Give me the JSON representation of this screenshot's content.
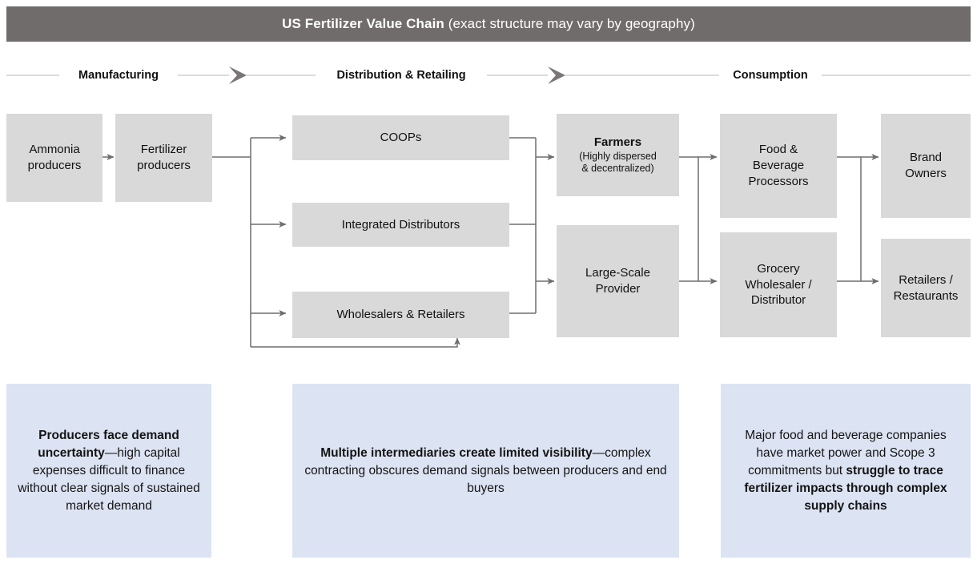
{
  "header": {
    "title_strong": "US Fertilizer Value Chain",
    "title_light": " (exact structure may vary by geography)"
  },
  "phases": [
    {
      "name": "manufacturing",
      "label": "Manufacturing"
    },
    {
      "name": "distribution-retailing",
      "label": "Distribution & Retailing"
    },
    {
      "name": "consumption",
      "label": "Consumption"
    }
  ],
  "nodes": {
    "ammonia_producers": "Ammonia\nproducers",
    "fertilizer_producers": "Fertilizer\nproducers",
    "coops": "COOPs",
    "integrated_distributors": "Integrated Distributors",
    "wholesalers_retailers": "Wholesalers & Retailers",
    "farmers_title": "Farmers",
    "farmers_sub": "(Highly dispersed\n& decentralized)",
    "large_scale_provider": "Large-Scale\nProvider",
    "food_beverage_processors": "Food &\nBeverage\nProcessors",
    "grocery_wholesaler": "Grocery\nWholesaler /\nDistributor",
    "brand_owners": "Brand\nOwners",
    "retailers_restaurants": "Retailers /\nRestaurants"
  },
  "callouts": [
    {
      "name": "callout-manufacturing",
      "bold_lead": "Producers face demand uncertainty",
      "rest": "—high capital expenses difficult to finance without clear signals of sustained market demand",
      "bold_tail": ""
    },
    {
      "name": "callout-distribution",
      "bold_lead": "Multiple intermediaries create limited visibility",
      "rest": "—complex contracting obscures demand signals between producers and end buyers",
      "bold_tail": ""
    },
    {
      "name": "callout-consumption",
      "bold_lead": "",
      "rest": "Major food and beverage companies have market power and Scope 3 commitments but ",
      "bold_tail": "struggle to trace fertilizer impacts through complex supply chains"
    }
  ],
  "colors": {
    "header_bar": "#716c6c",
    "node_fill": "#d9d9d9",
    "callout_fill": "#dce3f2",
    "connector": "#6e6e6e",
    "phase_rule": "#cfcfcf",
    "chevron": "#7a7676"
  },
  "chart_data": {
    "type": "diagram",
    "title": "US Fertilizer Value Chain (exact structure may vary by geography)",
    "stages": [
      "Manufacturing",
      "Distribution & Retailing",
      "Consumption"
    ],
    "nodes": [
      {
        "id": "ammonia",
        "label": "Ammonia producers",
        "stage": "Manufacturing"
      },
      {
        "id": "fertilizer",
        "label": "Fertilizer producers",
        "stage": "Manufacturing"
      },
      {
        "id": "coops",
        "label": "COOPs",
        "stage": "Distribution & Retailing"
      },
      {
        "id": "integrated",
        "label": "Integrated Distributors",
        "stage": "Distribution & Retailing"
      },
      {
        "id": "wholesalers",
        "label": "Wholesalers & Retailers",
        "stage": "Distribution & Retailing"
      },
      {
        "id": "farmers",
        "label": "Farmers (Highly dispersed & decentralized)",
        "stage": "Distribution & Retailing"
      },
      {
        "id": "largescale",
        "label": "Large-Scale Provider",
        "stage": "Distribution & Retailing"
      },
      {
        "id": "foodbev",
        "label": "Food & Beverage Processors",
        "stage": "Consumption"
      },
      {
        "id": "grocery",
        "label": "Grocery Wholesaler / Distributor",
        "stage": "Consumption"
      },
      {
        "id": "brand",
        "label": "Brand Owners",
        "stage": "Consumption"
      },
      {
        "id": "retail",
        "label": "Retailers / Restaurants",
        "stage": "Consumption"
      }
    ],
    "edges": [
      {
        "from": "ammonia",
        "to": "fertilizer"
      },
      {
        "from": "fertilizer",
        "to": "coops"
      },
      {
        "from": "fertilizer",
        "to": "integrated"
      },
      {
        "from": "fertilizer",
        "to": "wholesalers"
      },
      {
        "from": "coops",
        "to": "farmers"
      },
      {
        "from": "integrated",
        "to": "farmers"
      },
      {
        "from": "integrated",
        "to": "largescale"
      },
      {
        "from": "wholesalers",
        "to": "largescale"
      },
      {
        "from": "fertilizer",
        "to": "wholesalers",
        "note": "feedback loop into bottom of Wholesalers & Retailers"
      },
      {
        "from": "farmers",
        "to": "foodbev"
      },
      {
        "from": "farmers",
        "to": "grocery"
      },
      {
        "from": "largescale",
        "to": "foodbev"
      },
      {
        "from": "largescale",
        "to": "grocery"
      },
      {
        "from": "foodbev",
        "to": "brand"
      },
      {
        "from": "foodbev",
        "to": "retail"
      },
      {
        "from": "grocery",
        "to": "brand"
      },
      {
        "from": "grocery",
        "to": "retail"
      }
    ]
  }
}
